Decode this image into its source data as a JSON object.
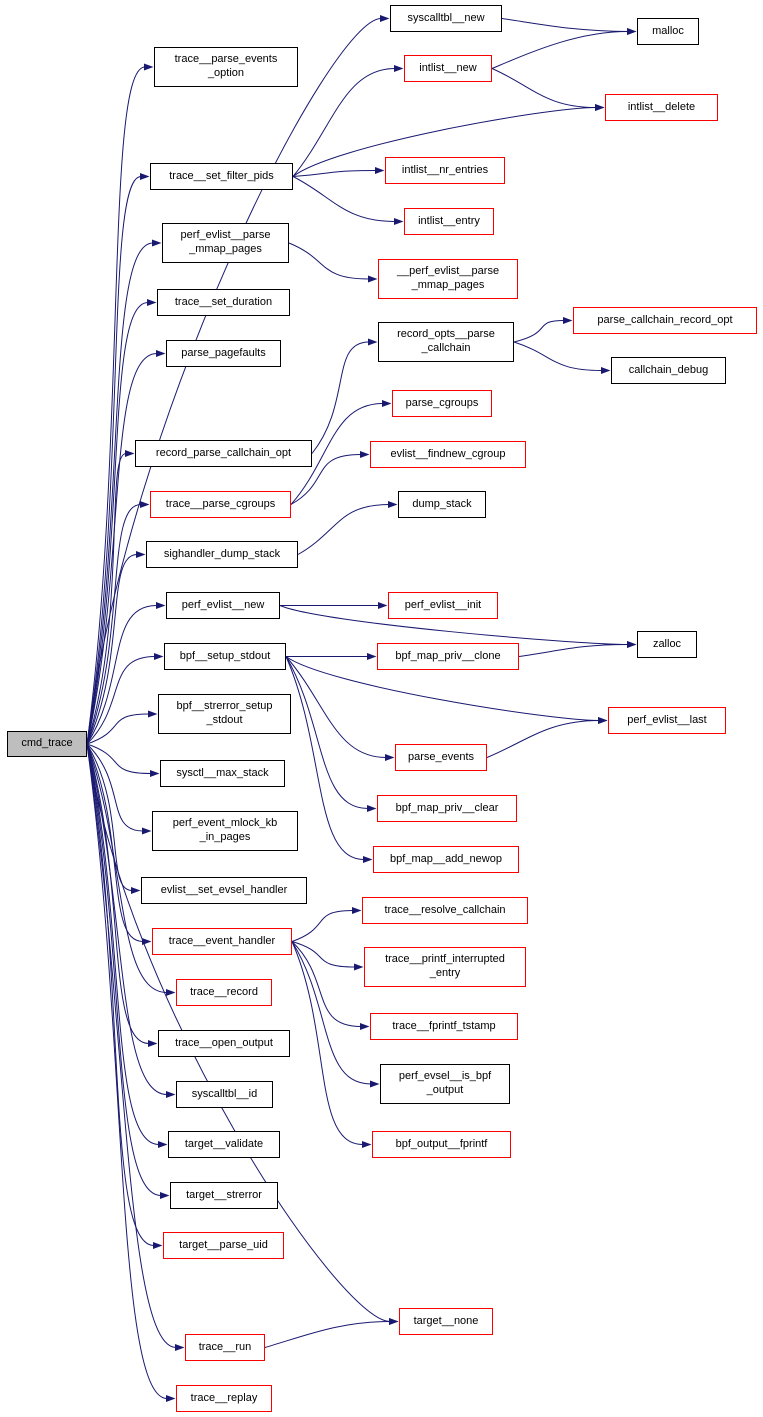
{
  "diagram": {
    "root": "cmd_trace",
    "colors": {
      "edge": "#191970",
      "node_border": "#000000",
      "highlight_border": "#ff0000",
      "root_fill": "#bebebe",
      "node_fill": "#ffffff"
    },
    "nodes": [
      {
        "id": "cmd_trace",
        "label": "cmd_trace",
        "variant": "root"
      },
      {
        "id": "trace__parse_events_option",
        "label": "trace__parse_events\n_option",
        "variant": "default"
      },
      {
        "id": "trace__set_filter_pids",
        "label": "trace__set_filter_pids",
        "variant": "default"
      },
      {
        "id": "perf_evlist__parse_mmap_pages",
        "label": "perf_evlist__parse\n_mmap_pages",
        "variant": "default"
      },
      {
        "id": "trace__set_duration",
        "label": "trace__set_duration",
        "variant": "default"
      },
      {
        "id": "parse_pagefaults",
        "label": "parse_pagefaults",
        "variant": "default"
      },
      {
        "id": "record_parse_callchain_opt",
        "label": "record_parse_callchain_opt",
        "variant": "default"
      },
      {
        "id": "trace__parse_cgroups",
        "label": "trace__parse_cgroups",
        "variant": "highlight"
      },
      {
        "id": "sighandler_dump_stack",
        "label": "sighandler_dump_stack",
        "variant": "default"
      },
      {
        "id": "perf_evlist__new",
        "label": "perf_evlist__new",
        "variant": "default"
      },
      {
        "id": "bpf__setup_stdout",
        "label": "bpf__setup_stdout",
        "variant": "default"
      },
      {
        "id": "bpf__strerror_setup_stdout",
        "label": "bpf__strerror_setup\n_stdout",
        "variant": "default"
      },
      {
        "id": "sysctl__max_stack",
        "label": "sysctl__max_stack",
        "variant": "default"
      },
      {
        "id": "perf_event_mlock_kb_in_pages",
        "label": "perf_event_mlock_kb\n_in_pages",
        "variant": "default"
      },
      {
        "id": "evlist__set_evsel_handler",
        "label": "evlist__set_evsel_handler",
        "variant": "default"
      },
      {
        "id": "trace__event_handler",
        "label": "trace__event_handler",
        "variant": "highlight"
      },
      {
        "id": "trace__record",
        "label": "trace__record",
        "variant": "highlight"
      },
      {
        "id": "trace__open_output",
        "label": "trace__open_output",
        "variant": "default"
      },
      {
        "id": "syscalltbl__id",
        "label": "syscalltbl__id",
        "variant": "default"
      },
      {
        "id": "target__validate",
        "label": "target__validate",
        "variant": "default"
      },
      {
        "id": "target__strerror",
        "label": "target__strerror",
        "variant": "default"
      },
      {
        "id": "target__parse_uid",
        "label": "target__parse_uid",
        "variant": "highlight"
      },
      {
        "id": "trace__run",
        "label": "trace__run",
        "variant": "highlight"
      },
      {
        "id": "trace__replay",
        "label": "trace__replay",
        "variant": "highlight"
      },
      {
        "id": "syscalltbl__new",
        "label": "syscalltbl__new",
        "variant": "default"
      },
      {
        "id": "intlist__new",
        "label": "intlist__new",
        "variant": "highlight"
      },
      {
        "id": "intlist__nr_entries",
        "label": "intlist__nr_entries",
        "variant": "highlight"
      },
      {
        "id": "intlist__entry",
        "label": "intlist__entry",
        "variant": "highlight"
      },
      {
        "id": "__perf_evlist__parse_mmap_pages",
        "label": "__perf_evlist__parse\n_mmap_pages",
        "variant": "highlight"
      },
      {
        "id": "record_opts__parse_callchain",
        "label": "record_opts__parse\n_callchain",
        "variant": "default"
      },
      {
        "id": "parse_cgroups",
        "label": "parse_cgroups",
        "variant": "highlight"
      },
      {
        "id": "evlist__findnew_cgroup",
        "label": "evlist__findnew_cgroup",
        "variant": "highlight"
      },
      {
        "id": "dump_stack",
        "label": "dump_stack",
        "variant": "default"
      },
      {
        "id": "perf_evlist__init",
        "label": "perf_evlist__init",
        "variant": "highlight"
      },
      {
        "id": "bpf_map_priv__clone",
        "label": "bpf_map_priv__clone",
        "variant": "highlight"
      },
      {
        "id": "parse_events",
        "label": "parse_events",
        "variant": "highlight"
      },
      {
        "id": "bpf_map_priv__clear",
        "label": "bpf_map_priv__clear",
        "variant": "highlight"
      },
      {
        "id": "bpf_map__add_newop",
        "label": "bpf_map__add_newop",
        "variant": "highlight"
      },
      {
        "id": "trace__resolve_callchain",
        "label": "trace__resolve_callchain",
        "variant": "highlight"
      },
      {
        "id": "trace__printf_interrupted_entry",
        "label": "trace__printf_interrupted\n_entry",
        "variant": "highlight"
      },
      {
        "id": "trace__fprintf_tstamp",
        "label": "trace__fprintf_tstamp",
        "variant": "highlight"
      },
      {
        "id": "perf_evsel__is_bpf_output",
        "label": "perf_evsel__is_bpf\n_output",
        "variant": "default"
      },
      {
        "id": "bpf_output__fprintf",
        "label": "bpf_output__fprintf",
        "variant": "highlight"
      },
      {
        "id": "target__none",
        "label": "target__none",
        "variant": "highlight"
      },
      {
        "id": "malloc",
        "label": "malloc",
        "variant": "default"
      },
      {
        "id": "intlist__delete",
        "label": "intlist__delete",
        "variant": "highlight"
      },
      {
        "id": "parse_callchain_record_opt",
        "label": "parse_callchain_record_opt",
        "variant": "highlight"
      },
      {
        "id": "callchain_debug",
        "label": "callchain_debug",
        "variant": "default"
      },
      {
        "id": "zalloc",
        "label": "zalloc",
        "variant": "default"
      },
      {
        "id": "perf_evlist__last",
        "label": "perf_evlist__last",
        "variant": "highlight"
      }
    ],
    "edges": [
      {
        "from": "cmd_trace",
        "to": "trace__parse_events_option"
      },
      {
        "from": "cmd_trace",
        "to": "trace__set_filter_pids"
      },
      {
        "from": "cmd_trace",
        "to": "perf_evlist__parse_mmap_pages"
      },
      {
        "from": "cmd_trace",
        "to": "trace__set_duration"
      },
      {
        "from": "cmd_trace",
        "to": "parse_pagefaults"
      },
      {
        "from": "cmd_trace",
        "to": "record_parse_callchain_opt"
      },
      {
        "from": "cmd_trace",
        "to": "trace__parse_cgroups"
      },
      {
        "from": "cmd_trace",
        "to": "sighandler_dump_stack"
      },
      {
        "from": "cmd_trace",
        "to": "perf_evlist__new"
      },
      {
        "from": "cmd_trace",
        "to": "bpf__setup_stdout"
      },
      {
        "from": "cmd_trace",
        "to": "bpf__strerror_setup_stdout"
      },
      {
        "from": "cmd_trace",
        "to": "sysctl__max_stack"
      },
      {
        "from": "cmd_trace",
        "to": "perf_event_mlock_kb_in_pages"
      },
      {
        "from": "cmd_trace",
        "to": "evlist__set_evsel_handler"
      },
      {
        "from": "cmd_trace",
        "to": "trace__event_handler"
      },
      {
        "from": "cmd_trace",
        "to": "trace__record"
      },
      {
        "from": "cmd_trace",
        "to": "trace__open_output"
      },
      {
        "from": "cmd_trace",
        "to": "syscalltbl__id"
      },
      {
        "from": "cmd_trace",
        "to": "target__validate"
      },
      {
        "from": "cmd_trace",
        "to": "target__strerror"
      },
      {
        "from": "cmd_trace",
        "to": "target__parse_uid"
      },
      {
        "from": "cmd_trace",
        "to": "trace__run"
      },
      {
        "from": "cmd_trace",
        "to": "trace__replay"
      },
      {
        "from": "cmd_trace",
        "to": "syscalltbl__new"
      },
      {
        "from": "cmd_trace",
        "to": "target__none"
      },
      {
        "from": "trace__set_filter_pids",
        "to": "intlist__new"
      },
      {
        "from": "trace__set_filter_pids",
        "to": "intlist__delete"
      },
      {
        "from": "trace__set_filter_pids",
        "to": "intlist__nr_entries"
      },
      {
        "from": "trace__set_filter_pids",
        "to": "intlist__entry"
      },
      {
        "from": "syscalltbl__new",
        "to": "malloc"
      },
      {
        "from": "intlist__new",
        "to": "malloc"
      },
      {
        "from": "intlist__new",
        "to": "intlist__delete"
      },
      {
        "from": "perf_evlist__parse_mmap_pages",
        "to": "__perf_evlist__parse_mmap_pages"
      },
      {
        "from": "record_parse_callchain_opt",
        "to": "record_opts__parse_callchain"
      },
      {
        "from": "record_opts__parse_callchain",
        "to": "parse_callchain_record_opt"
      },
      {
        "from": "record_opts__parse_callchain",
        "to": "callchain_debug"
      },
      {
        "from": "trace__parse_cgroups",
        "to": "parse_cgroups"
      },
      {
        "from": "trace__parse_cgroups",
        "to": "evlist__findnew_cgroup"
      },
      {
        "from": "sighandler_dump_stack",
        "to": "dump_stack"
      },
      {
        "from": "perf_evlist__new",
        "to": "perf_evlist__init"
      },
      {
        "from": "perf_evlist__new",
        "to": "zalloc"
      },
      {
        "from": "bpf__setup_stdout",
        "to": "bpf_map_priv__clone"
      },
      {
        "from": "bpf__setup_stdout",
        "to": "parse_events"
      },
      {
        "from": "bpf__setup_stdout",
        "to": "bpf_map_priv__clear"
      },
      {
        "from": "bpf__setup_stdout",
        "to": "bpf_map__add_newop"
      },
      {
        "from": "bpf__setup_stdout",
        "to": "perf_evlist__last"
      },
      {
        "from": "bpf_map_priv__clone",
        "to": "zalloc"
      },
      {
        "from": "parse_events",
        "to": "perf_evlist__last"
      },
      {
        "from": "trace__event_handler",
        "to": "trace__resolve_callchain"
      },
      {
        "from": "trace__event_handler",
        "to": "trace__printf_interrupted_entry"
      },
      {
        "from": "trace__event_handler",
        "to": "trace__fprintf_tstamp"
      },
      {
        "from": "trace__event_handler",
        "to": "perf_evsel__is_bpf_output"
      },
      {
        "from": "trace__event_handler",
        "to": "bpf_output__fprintf"
      },
      {
        "from": "trace__run",
        "to": "target__none"
      }
    ]
  }
}
